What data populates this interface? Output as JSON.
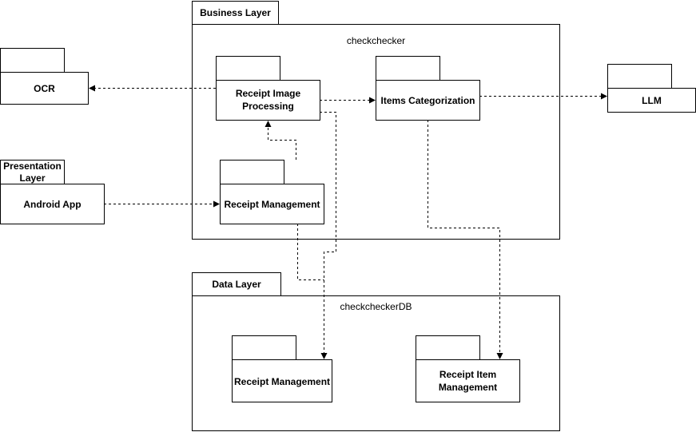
{
  "layers": {
    "business": {
      "tab_label": "Business Layer",
      "name": "checkchecker"
    },
    "data": {
      "tab_label": "Data Layer",
      "name": "checkcheckerDB"
    },
    "presentation": {
      "tab_label_line1": "Presentation",
      "tab_label_line2": "Layer"
    }
  },
  "packages": {
    "ocr": "OCR",
    "llm": "LLM",
    "android_app": "Android App",
    "receipt_image_processing_line1": "Receipt Image",
    "receipt_image_processing_line2": "Processing",
    "items_categorization": "Items Categorization",
    "receipt_management_business": "Receipt Management",
    "receipt_management_data": "Receipt Management",
    "receipt_item_management_line1": "Receipt Item",
    "receipt_item_management_line2": "Management"
  },
  "colors": {
    "stroke": "#000000",
    "fill": "#ffffff"
  }
}
